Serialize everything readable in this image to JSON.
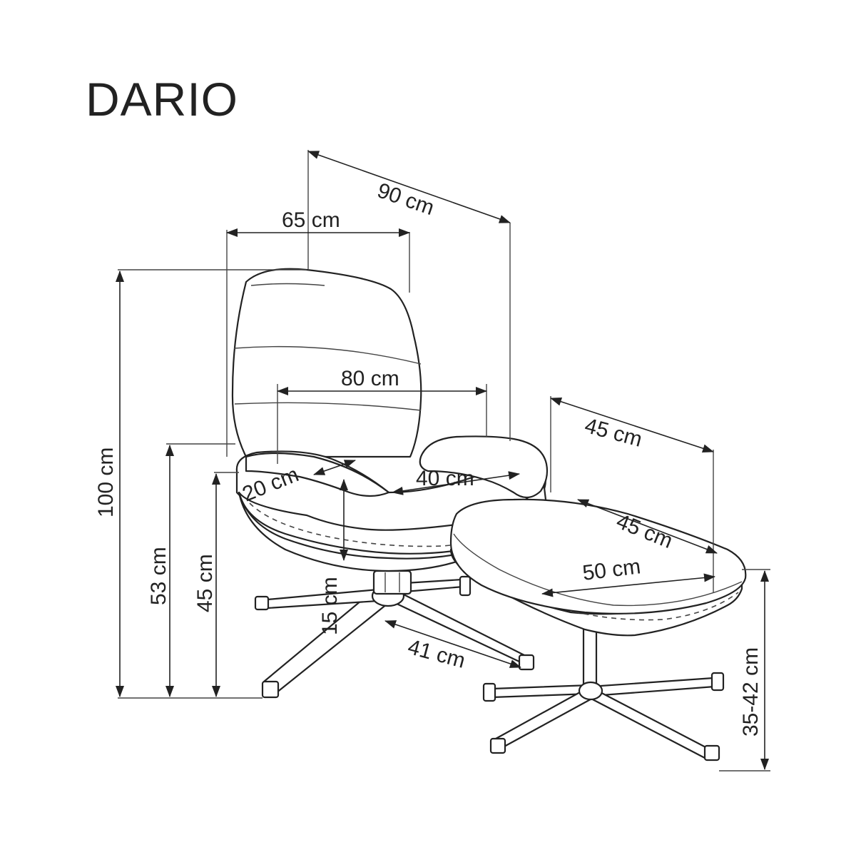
{
  "title": "DARIO",
  "dimensions": {
    "overall_depth": "90 cm",
    "overall_width": "65 cm",
    "total_height": "100 cm",
    "seat_depth": "80 cm",
    "armrest_height": "20 cm",
    "seat_width": "40 cm",
    "armrest_floor_height": "53 cm",
    "seat_height": "45 cm",
    "seat_thickness": "15 cm",
    "base_radius": "41 cm",
    "footrest_depth": "45 cm",
    "footrest_top_depth": "45 cm",
    "footrest_width": "50 cm",
    "footrest_height": "35-42 cm"
  },
  "colors": {
    "line": "#222222",
    "background": "#ffffff"
  }
}
